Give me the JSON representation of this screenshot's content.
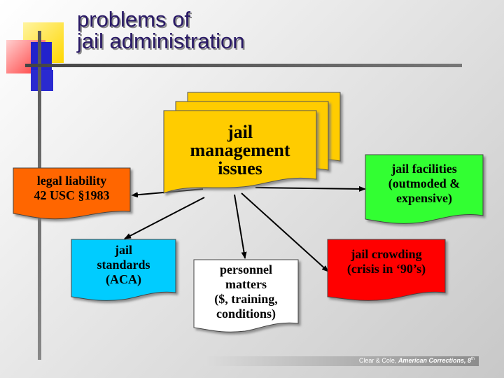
{
  "slide": {
    "title_line1": "problems of",
    "title_line2": "jail administration",
    "footer_prefix": "Clear & Cole, ",
    "footer_book": "American Corrections, 8",
    "footer_sup": "th"
  },
  "diagram": {
    "center": {
      "lines": [
        "jail",
        "management",
        "issues"
      ],
      "color": "#ffcc00"
    },
    "nodes": [
      {
        "id": "legal-liability",
        "lines": [
          "legal liability",
          "42 USC §1983"
        ],
        "color": "#ff6600"
      },
      {
        "id": "jail-facilities",
        "lines": [
          "jail facilities",
          "(outmoded &",
          "expensive)"
        ],
        "color": "#33ff33"
      },
      {
        "id": "jail-standards",
        "lines": [
          "jail",
          "standards",
          "(ACA)"
        ],
        "color": "#00ccff"
      },
      {
        "id": "personnel-matters",
        "lines": [
          "personnel",
          "matters",
          "($, training,",
          "conditions)"
        ],
        "color": "#ffffff"
      },
      {
        "id": "jail-crowding",
        "lines": [
          "jail crowding",
          "(crisis in ‘90’s)"
        ],
        "color": "#ff0000"
      }
    ]
  }
}
